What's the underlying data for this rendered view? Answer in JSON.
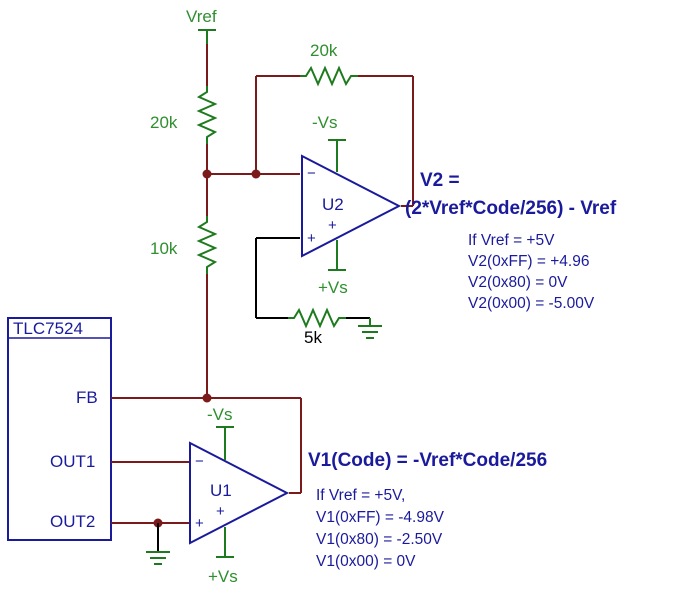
{
  "labels": {
    "vref": "Vref",
    "r_top": "20k",
    "r_mid": "10k",
    "r_fb": "20k",
    "r_pos": "5k",
    "u2_neg_supply": "-Vs",
    "u2_pos_supply": "+Vs",
    "u2_name": "U2",
    "u1_neg_supply": "-Vs",
    "u1_pos_supply": "+Vs",
    "u1_name": "U1",
    "chip_name": "TLC7524",
    "pin_fb": "FB",
    "pin_out1": "OUT1",
    "pin_out2": "OUT2",
    "minus": "−",
    "plus": "+"
  },
  "v2": {
    "title": "V2 =",
    "formula": "(2*Vref*Code/256) - Vref",
    "lines": [
      "If Vref = +5V",
      "V2(0xFF) = +4.96",
      "V2(0x80) = 0V",
      "V2(0x00) = -5.00V"
    ]
  },
  "v1": {
    "formula": "V1(Code) = -Vref*Code/256",
    "lines": [
      "If Vref = +5V,",
      "V1(0xFF) = -4.98V",
      "V1(0x80) = -2.50V",
      "V1(0x00) = 0V"
    ]
  }
}
